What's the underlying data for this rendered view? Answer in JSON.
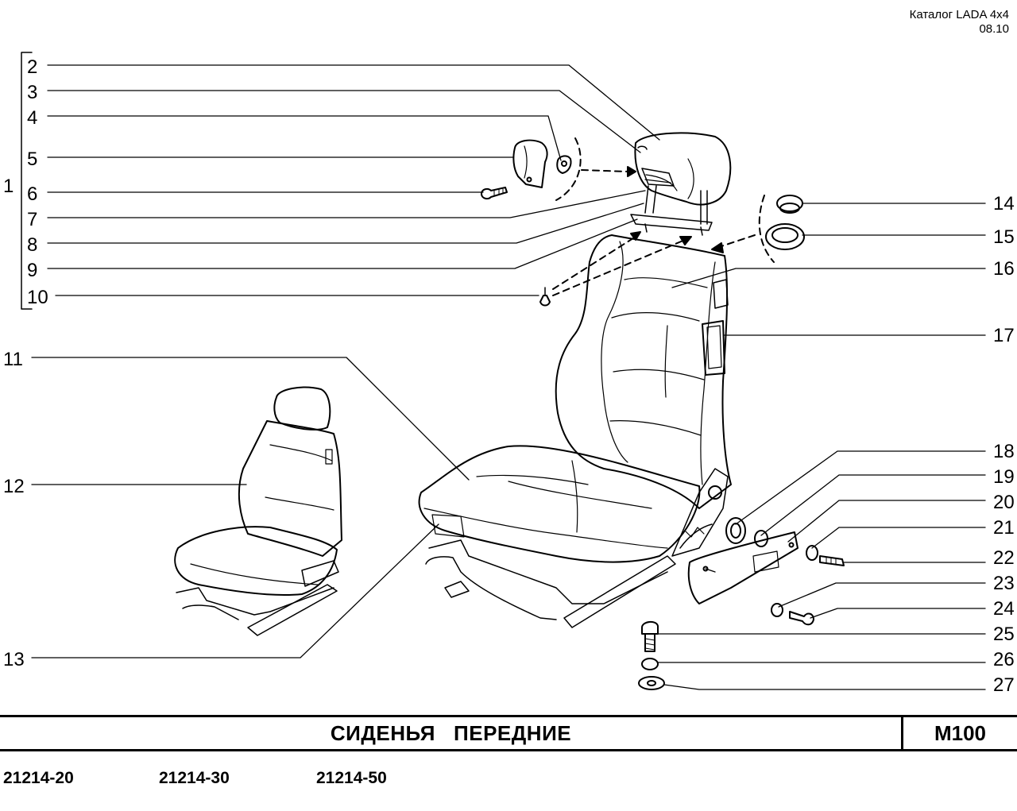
{
  "header": {
    "catalog": "Каталог  LADA  4x4",
    "date": "08.10"
  },
  "title": "СИДЕНЬЯ   ПЕРЕДНИЕ",
  "code": "M100",
  "models": [
    "21214-20",
    "21214-30",
    "21214-50"
  ],
  "callouts": {
    "c1": "1",
    "c2": "2",
    "c3": "3",
    "c4": "4",
    "c5": "5",
    "c6": "6",
    "c7": "7",
    "c8": "8",
    "c9": "9",
    "c10": "10",
    "c11": "11",
    "c12": "12",
    "c13": "13",
    "c14": "14",
    "c15": "15",
    "c16": "16",
    "c17": "17",
    "c18": "18",
    "c19": "19",
    "c20": "20",
    "c21": "21",
    "c22": "22",
    "c23": "23",
    "c24": "24",
    "c25": "25",
    "c26": "26",
    "c27": "27"
  }
}
